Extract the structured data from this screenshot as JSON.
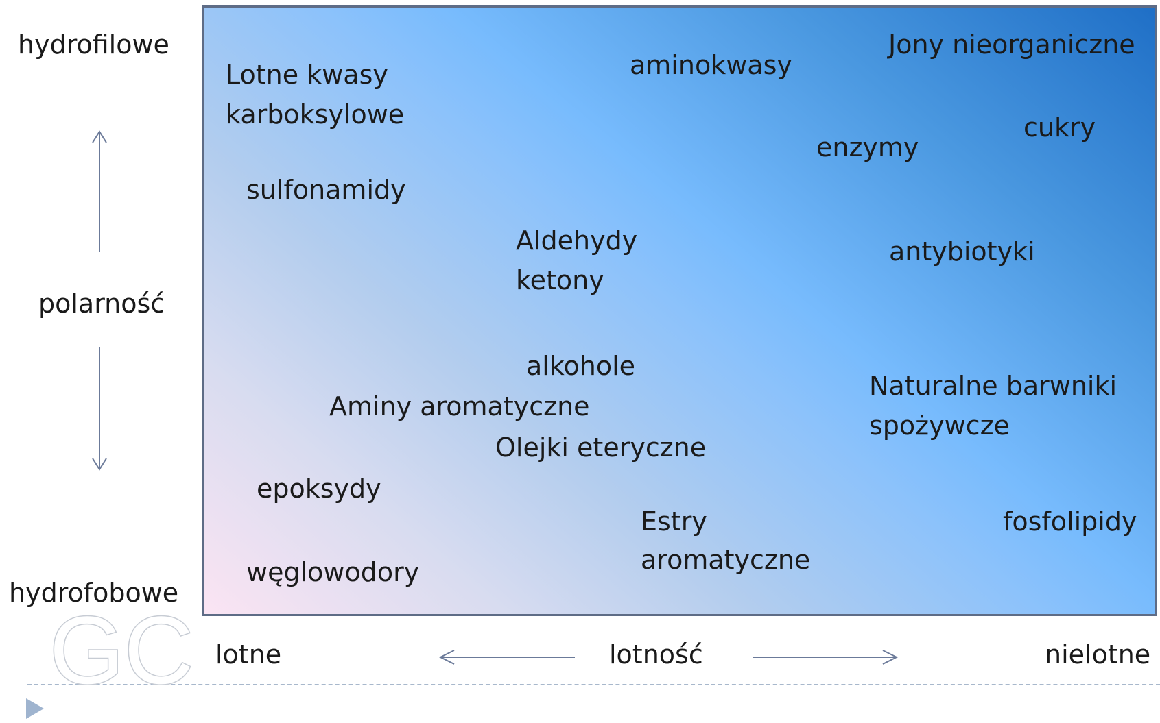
{
  "axis": {
    "y_top": "hydrofilowe",
    "y_label": "polarność",
    "y_bottom": "hydrofobowe",
    "x_left": "lotne",
    "x_label": "lotność",
    "x_right": "nielotne"
  },
  "compounds": {
    "lotne_kwasy_1": "Lotne kwasy",
    "lotne_kwasy_2": "karboksylowe",
    "aminokwasy": "aminokwasy",
    "jony": "Jony nieorganiczne",
    "cukry": "cukry",
    "enzymy": "enzymy",
    "sulfonamidy": "sulfonamidy",
    "aldehydy_1": "Aldehydy",
    "aldehydy_2": "ketony",
    "antybiotyki": "antybiotyki",
    "alkohole": "alkohole",
    "aminy": "Aminy aromatyczne",
    "barwniki_1": "Naturalne barwniki",
    "barwniki_2": "spożywcze",
    "olejki": "Olejki eteryczne",
    "epoksydy": "epoksydy",
    "estry_1": "Estry",
    "estry_2": "aromatyczne",
    "fosfolipidy": "fosfolipidy",
    "weglowodory": "węglowodory"
  },
  "logo": {
    "text": "GC"
  },
  "colors": {
    "panel_border": "#5e6c86",
    "arrow": "#6b7a99",
    "gradient_start": "#fbe4f3",
    "gradient_mid": "#77bbfd",
    "gradient_end": "#1f6fc6"
  },
  "icons": {
    "slide_marker": "play-triangle-icon"
  }
}
